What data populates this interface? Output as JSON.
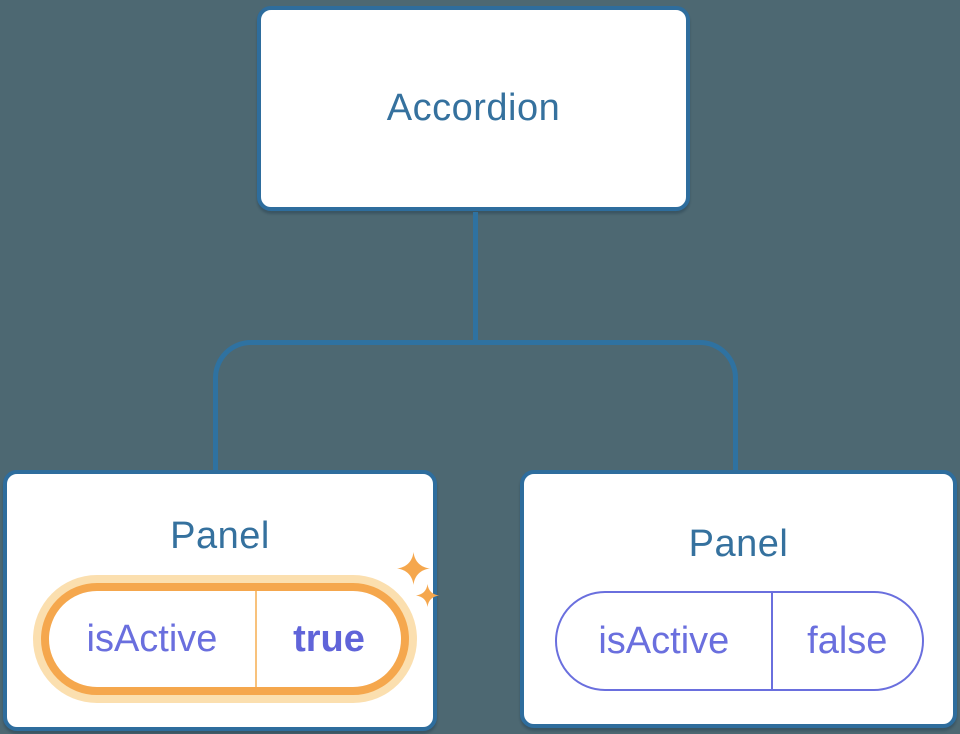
{
  "colors": {
    "background": "#4d6872",
    "box-bg": "#ffffff",
    "box-border": "#2e6d9d",
    "line": "#2f72a1",
    "label-blue": "#35719e",
    "purple": "#6a6fde",
    "purple-bold": "#6064d9",
    "orange": "#f5a74d",
    "orange-glow": "#fbdfaf",
    "orange-divider": "#f8c27c"
  },
  "icons": {
    "sparkle_large": "sparkle-icon",
    "sparkle_small": "sparkle-icon"
  },
  "diagram": {
    "root": {
      "label": "Accordion"
    },
    "panels": [
      {
        "label": "Panel",
        "prop": {
          "name": "isActive",
          "value": "true"
        },
        "highlighted": true
      },
      {
        "label": "Panel",
        "prop": {
          "name": "isActive",
          "value": "false"
        },
        "highlighted": false
      }
    ]
  }
}
